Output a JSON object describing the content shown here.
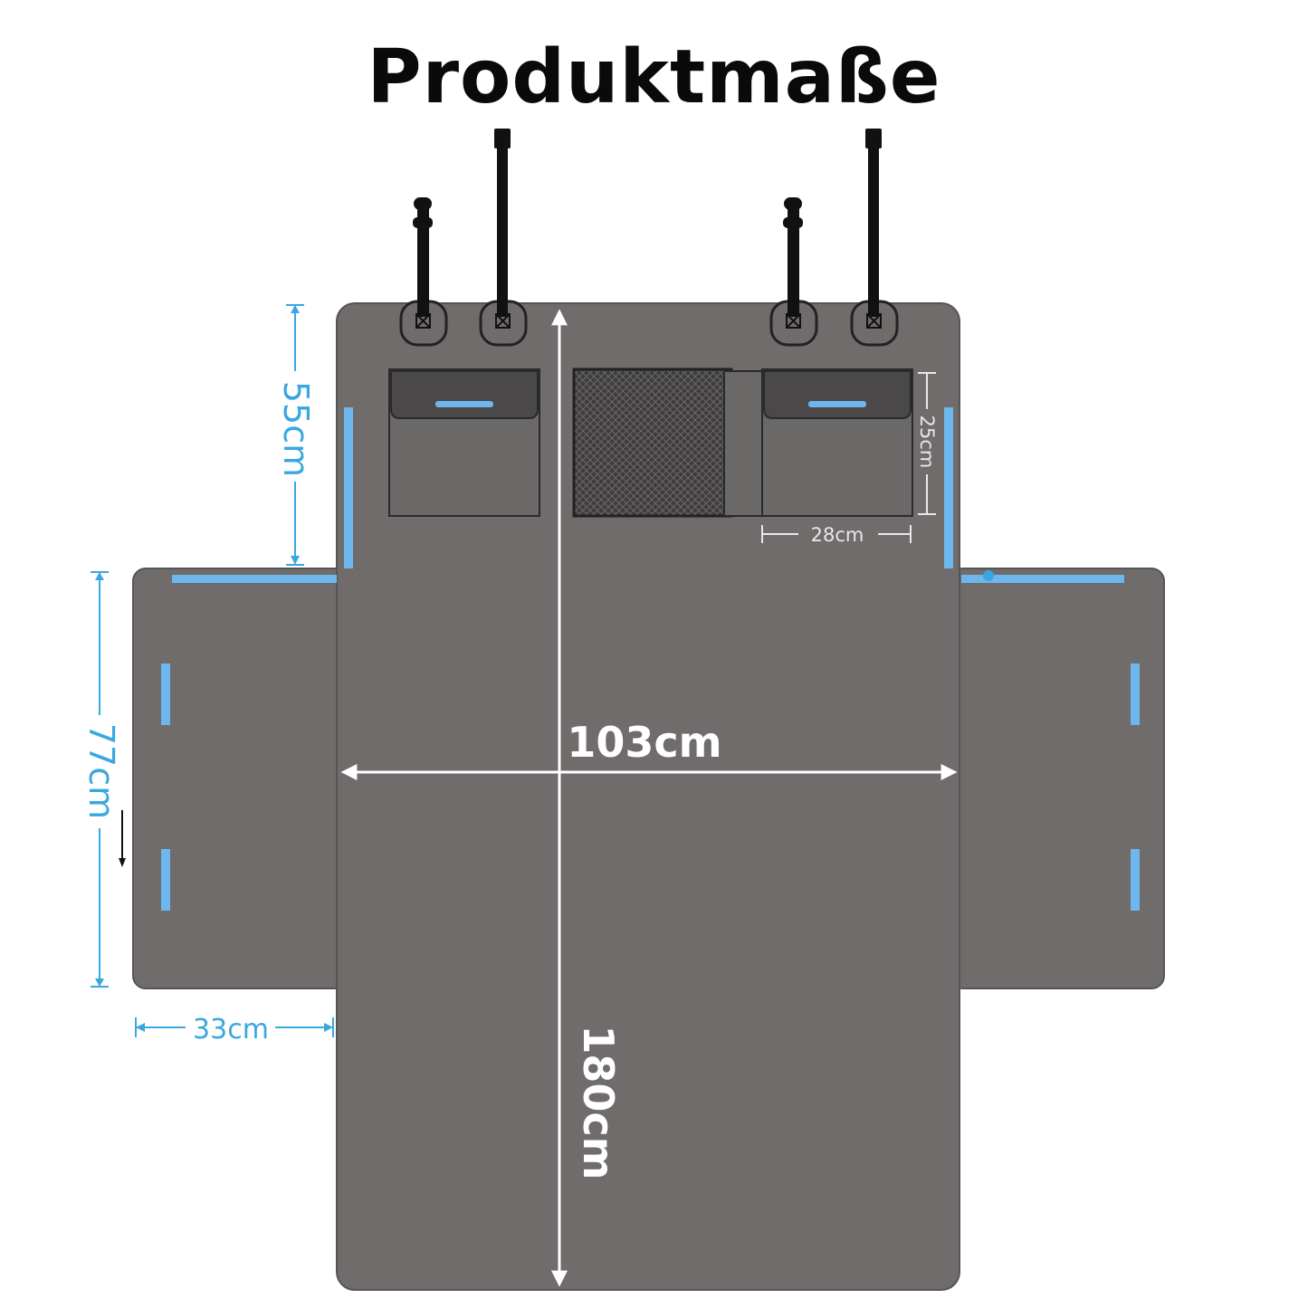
{
  "title": "Produktmaße",
  "dimensions": {
    "width": "103cm",
    "length": "180cm",
    "top_section_height": "55cm",
    "side_flap_height": "77cm",
    "side_flap_width": "33cm",
    "pocket_height": "25cm",
    "pocket_width": "28cm"
  },
  "colors": {
    "mat": "#6f6c6b",
    "mat_dark": "#4a4848",
    "accent_blue": "#6db7ee",
    "dimension_blue": "#3aa7e0",
    "strap": "#111111"
  }
}
